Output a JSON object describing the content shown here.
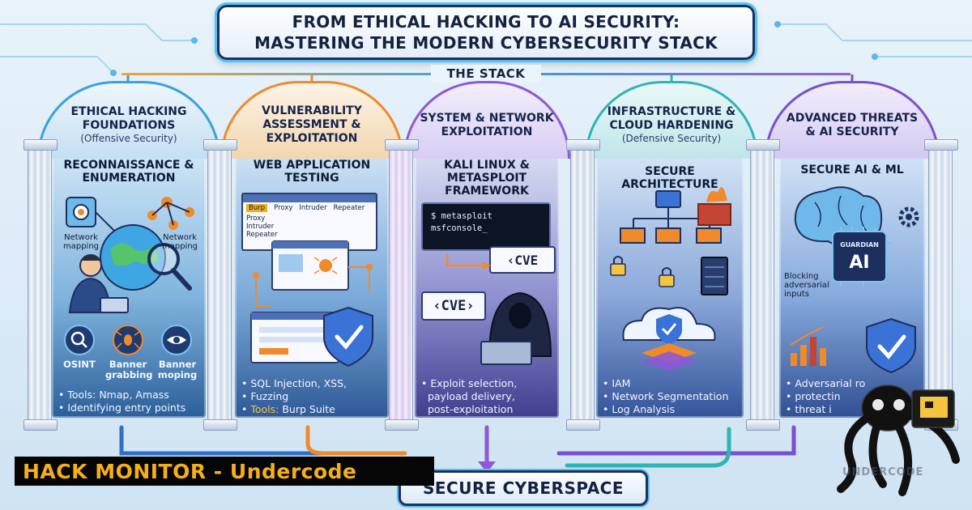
{
  "title": {
    "line1": "FROM ETHICAL HACKING TO AI SECURITY:",
    "line2": "MASTERING THE MODERN CYBERSECURITY STACK"
  },
  "stack_label": "THE STACK",
  "columns": [
    {
      "title": "ETHICAL HACKING FOUNDATIONS",
      "subtitle": "(Offensive Security)",
      "heading": "RECONNAISSANCE & ENUMERATION",
      "labels": [
        "Network mapping",
        "Network mapping"
      ],
      "icons": [
        {
          "icon": "search-icon",
          "label": "OSINT"
        },
        {
          "icon": "spider-icon",
          "label": "Banner grabbing"
        },
        {
          "icon": "eye-icon",
          "label": "Banner moping"
        }
      ],
      "lines": [
        "Tools: Nmap, Amass",
        "Identifying entry points"
      ]
    },
    {
      "title": "VULNERABILITY ASSESSMENT & EXPLOITATION",
      "subtitle": "",
      "heading": "WEB APPLICATION TESTING",
      "window": {
        "tab": "Burp",
        "menu": [
          "Proxy",
          "Intruder",
          "Repeater"
        ],
        "side": [
          "Proxy",
          "Intruder",
          "Repeater"
        ]
      },
      "lines": [
        "SQL Injection, XSS,",
        "Fuzzing",
        "Burp Suite"
      ],
      "tools_prefix": "Tools:"
    },
    {
      "title": "SYSTEM & NETWORK EXPLOITATION",
      "subtitle": "",
      "heading": "KALI LINUX & METASPLOIT FRAMEWORK",
      "terminal": [
        "$ metasploit",
        "msfconsole_"
      ],
      "cve": "CVE",
      "lines": [
        "Exploit selection,",
        "payload delivery,",
        "post-exploitation"
      ]
    },
    {
      "title": "INFRASTRUCTURE & CLOUD HARDENING",
      "subtitle": "(Defensive Security)",
      "heading": "SECURE ARCHITECTURE",
      "lines": [
        "IAM",
        "Network Segmentation",
        "Log Analysis"
      ]
    },
    {
      "title": "ADVANCED THREATS & AI SECURITY",
      "subtitle": "",
      "heading": "SECURE AI & ML",
      "chip": {
        "top": "GUARDIAN",
        "main": "AI"
      },
      "side_label": "Blocking adversarial inputs",
      "lines": [
        "Adversarial ro",
        "protectin",
        "threat i"
      ]
    }
  ],
  "bottom_label": "SECURE CYBERSPACE",
  "hack_banner": "HACK MONITOR - Undercode",
  "watermark": "UNDERCODE",
  "colors": {
    "navy": "#14213f",
    "orange": "#f08a2a",
    "blue": "#3aa0e0",
    "purple": "#8e58d6",
    "teal": "#2fb5b3",
    "gold": "#f5b019"
  }
}
